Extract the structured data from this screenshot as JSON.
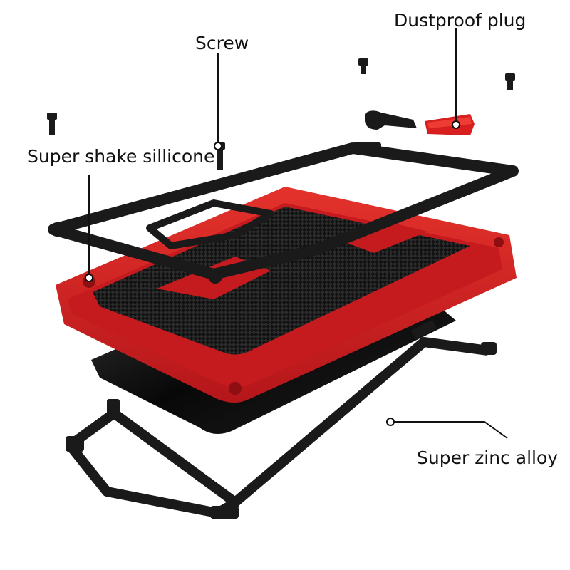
{
  "callouts": {
    "dustproof_plug": "Dustproof plug",
    "screw": "Screw",
    "silicone": "Super shake sillicone",
    "zinc_alloy": "Super zinc alloy"
  },
  "colors": {
    "red_frame": "#d81f1f",
    "black_frame": "#1a1a1a",
    "leader_line": "#111111",
    "background": "#ffffff"
  },
  "icons": [
    "screw-icon",
    "bolt-hinge-icon"
  ]
}
